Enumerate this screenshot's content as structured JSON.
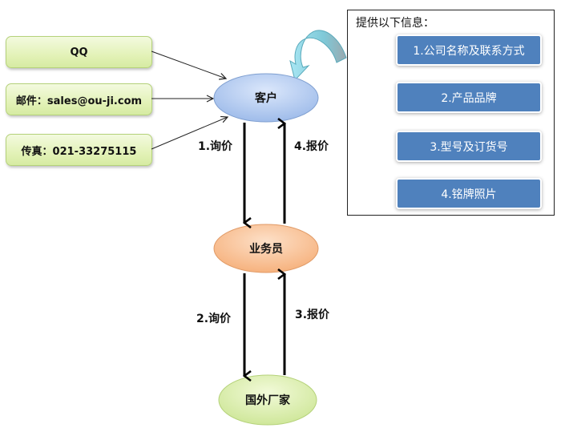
{
  "contact_methods": [
    {
      "label": "QQ"
    },
    {
      "label": "邮件：sales@ou-ji.com"
    },
    {
      "label": "传真：021-33275115"
    }
  ],
  "nodes": {
    "customer": "客户",
    "salesperson": "业务员",
    "foreign_factory": "国外厂家"
  },
  "flow_labels": {
    "step1": "1.询价",
    "step2": "2.询价",
    "step3": "3.报价",
    "step4": "4.报价"
  },
  "info_panel": {
    "title": "提供以下信息：",
    "items": [
      {
        "label": "1.公司名称及联系方式"
      },
      {
        "label": "2.产品品牌"
      },
      {
        "label": "3.型号及订货号"
      },
      {
        "label": "4.铭牌照片"
      }
    ]
  },
  "colors": {
    "contact_box": "#e3f2b8",
    "customer_node": "#b7cdf2",
    "salesperson_node": "#f9c49a",
    "factory_node": "#d9eeaa",
    "info_item": "#4f81bd",
    "curved_arrow": "#8fd6e6"
  }
}
